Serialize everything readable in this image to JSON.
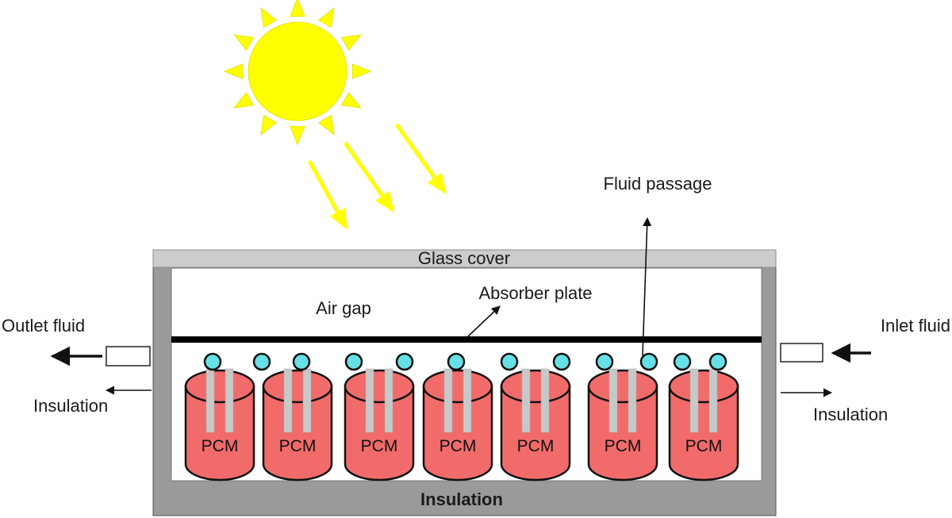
{
  "labels": {
    "glass_cover": "Glass cover",
    "air_gap": "Air gap",
    "absorber_plate": "Absorber plate",
    "fluid_passage": "Fluid passage",
    "outlet_fluid": "Outlet fluid",
    "inlet_fluid": "Inlet fluid",
    "insulation_left": "Insulation",
    "insulation_right": "Insulation",
    "insulation_bottom": "Insulation"
  },
  "pcm_units": [
    {
      "label": "PCM"
    },
    {
      "label": "PCM"
    },
    {
      "label": "PCM"
    },
    {
      "label": "PCM"
    },
    {
      "label": "PCM"
    },
    {
      "label": "PCM"
    },
    {
      "label": "PCM"
    }
  ],
  "colors": {
    "sun": "#ffff00",
    "sun_rays": "#ffff00",
    "pcm_fill": "#f26b6b",
    "pipe_fill": "#66e0e6",
    "frame": "#9a9a9a",
    "glass": "#cccccc",
    "absorber": "#000000",
    "inner_fin": "#c8c8c8"
  }
}
